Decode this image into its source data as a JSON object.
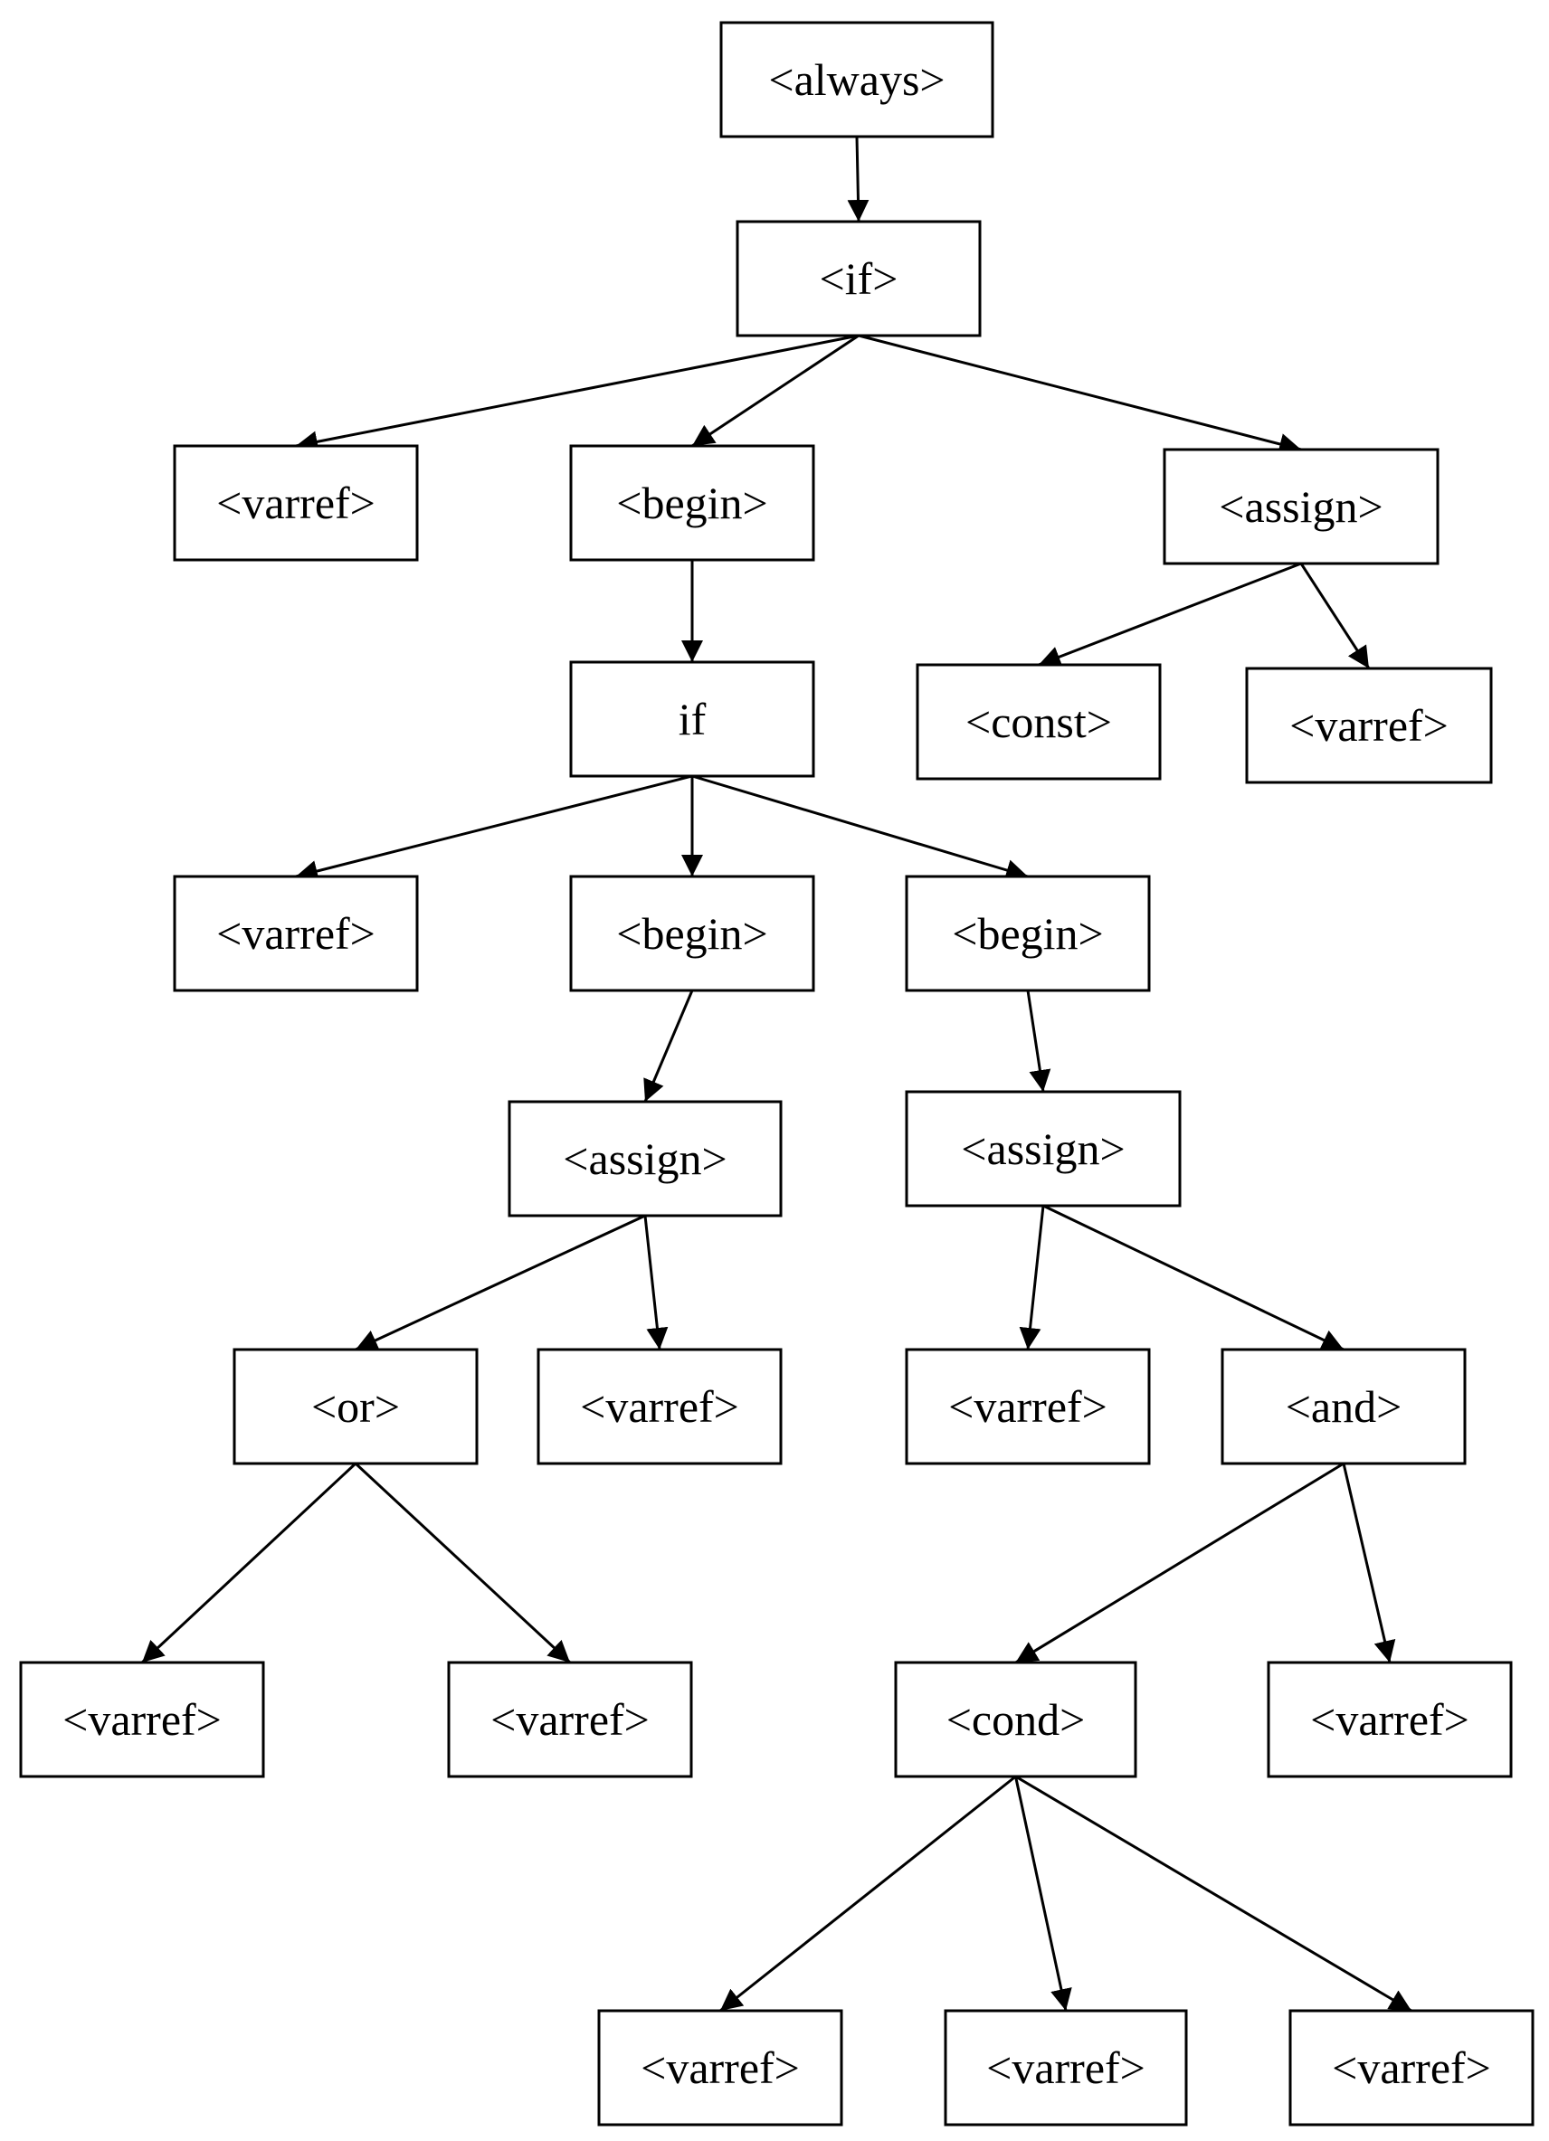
{
  "nodes": [
    {
      "id": "n1",
      "label": "<always>"
    },
    {
      "id": "n2",
      "label": "<if>"
    },
    {
      "id": "n3",
      "label": "<varref>"
    },
    {
      "id": "n4",
      "label": "<begin>"
    },
    {
      "id": "n5",
      "label": "<assign>"
    },
    {
      "id": "n6",
      "label": "if"
    },
    {
      "id": "n7",
      "label": "<const>"
    },
    {
      "id": "n8",
      "label": "<varref>"
    },
    {
      "id": "n9",
      "label": "<varref>"
    },
    {
      "id": "n10",
      "label": "<begin>"
    },
    {
      "id": "n11",
      "label": "<begin>"
    },
    {
      "id": "n12",
      "label": "<assign>"
    },
    {
      "id": "n13",
      "label": "<assign>"
    },
    {
      "id": "n14",
      "label": "<or>"
    },
    {
      "id": "n15",
      "label": "<varref>"
    },
    {
      "id": "n16",
      "label": "<varref>"
    },
    {
      "id": "n17",
      "label": "<and>"
    },
    {
      "id": "n18",
      "label": "<varref>"
    },
    {
      "id": "n19",
      "label": "<varref>"
    },
    {
      "id": "n20",
      "label": "<cond>"
    },
    {
      "id": "n21",
      "label": "<varref>"
    },
    {
      "id": "n22",
      "label": "<varref>"
    },
    {
      "id": "n23",
      "label": "<varref>"
    },
    {
      "id": "n24",
      "label": "<varref>"
    }
  ],
  "edges": [
    {
      "from": "n1",
      "to": "n2"
    },
    {
      "from": "n2",
      "to": "n3"
    },
    {
      "from": "n2",
      "to": "n4"
    },
    {
      "from": "n2",
      "to": "n5"
    },
    {
      "from": "n4",
      "to": "n6"
    },
    {
      "from": "n5",
      "to": "n7"
    },
    {
      "from": "n5",
      "to": "n8"
    },
    {
      "from": "n6",
      "to": "n9"
    },
    {
      "from": "n6",
      "to": "n10"
    },
    {
      "from": "n6",
      "to": "n11"
    },
    {
      "from": "n10",
      "to": "n12"
    },
    {
      "from": "n11",
      "to": "n13"
    },
    {
      "from": "n12",
      "to": "n14"
    },
    {
      "from": "n12",
      "to": "n15"
    },
    {
      "from": "n13",
      "to": "n16"
    },
    {
      "from": "n13",
      "to": "n17"
    },
    {
      "from": "n14",
      "to": "n18"
    },
    {
      "from": "n14",
      "to": "n19"
    },
    {
      "from": "n17",
      "to": "n20"
    },
    {
      "from": "n17",
      "to": "n21"
    },
    {
      "from": "n20",
      "to": "n22"
    },
    {
      "from": "n20",
      "to": "n23"
    },
    {
      "from": "n20",
      "to": "n24"
    }
  ]
}
